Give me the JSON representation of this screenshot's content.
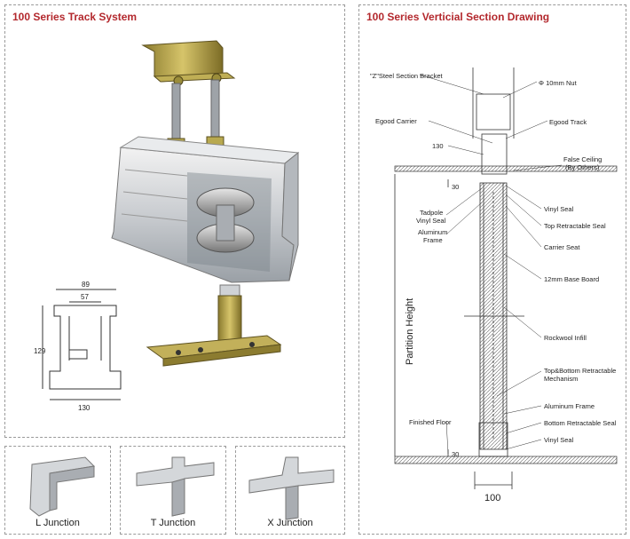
{
  "left_panel": {
    "title": "100 Series Track System",
    "dims": {
      "top_width": "89",
      "inner_width": "57",
      "height": "129",
      "bottom_width": "130"
    }
  },
  "right_panel": {
    "title": "100 Series Verticial Section Drawing",
    "labels": {
      "z_bracket": "\"Z\"Steel Section Bracket",
      "nut": "Φ 10mm Nut",
      "carrier": "Egood Carrier",
      "track": "Egood Track",
      "num130": "130",
      "false_ceiling_1": "False Ceiling",
      "false_ceiling_2": "(By Others)",
      "num30_top": "30",
      "vinyl_seal_top": "Vinyl Seal",
      "tadpole_1": "Tadpole",
      "tadpole_2": "Vinyl Seal",
      "top_retract": "Top Retractable Seal",
      "alu_frame_1": "Aluminum",
      "alu_frame_2": "Frame",
      "carrier_seat": "Carrier Seat",
      "base_board": "12mm Base Board",
      "partition_height": "Partition Height",
      "rockwool": "Rockwool Infill",
      "tb_mech_1": "Top&Bottom Retractable",
      "tb_mech_2": "Mechanism",
      "alu_frame_r": "Aluminum Frame",
      "bottom_retract": "Bottom Retractable Seal",
      "finished_floor": "Finished Floor",
      "vinyl_seal_bottom": "Vinyl Seal",
      "num30_bottom": "30",
      "num100": "100"
    }
  },
  "junctions": [
    {
      "label": "L Junction"
    },
    {
      "label": "T Junction"
    },
    {
      "label": "X Junction"
    }
  ]
}
